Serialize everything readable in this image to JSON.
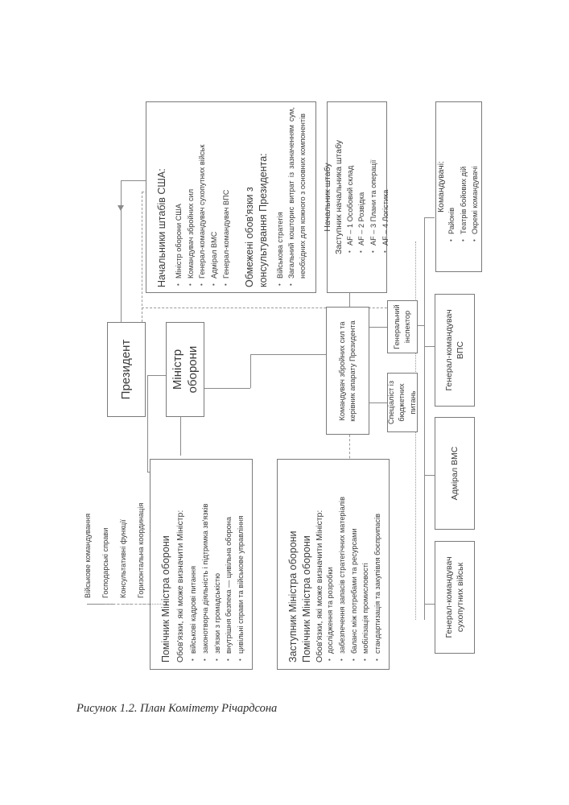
{
  "caption": "Рисунок 1.2. План Комітету Річардсона",
  "legend": {
    "items": [
      {
        "label": "Військове командування",
        "style": "solid"
      },
      {
        "label": "Господарські справи",
        "style": "dashed"
      },
      {
        "label": "Консультативні функції",
        "style": "dash-dot"
      },
      {
        "label": "Горизонтальна координація",
        "style": "dotted"
      }
    ]
  },
  "nodes": {
    "president": {
      "title": "Президент"
    },
    "minister": {
      "title": "Міністр\nоборони",
      "line1": "Міністр",
      "line2": "оборони"
    },
    "joint_chiefs": {
      "title": "Начальники штабів США:",
      "members": [
        "Міністр оборони США",
        "Командувач збройних сил",
        "Генерал-командувач сухопутних військ",
        "Адмірал ВМС",
        "Генерал-командувач ВПС"
      ],
      "subtitle": "Обмежені обов'язки з\nконсультування Президента:",
      "subtitle_line1": "Обмежені обов'язки з",
      "subtitle_line2": "консультування Президента:",
      "duties": [
        "Військова стратегія",
        "Загальний кошторис витрат із зазначенням сум, необхідних для кожного з основних компонентів"
      ]
    },
    "chief_of_staff": {
      "title_line1": "Начальник штабу",
      "title_line2": "Заступник начальника штабу",
      "directorates": [
        "AF – 1 Особовий склад",
        "AF – 2 Розвідка",
        "AF – 3 Плани та операції",
        "AF – 4 Логістика"
      ]
    },
    "commanders": {
      "title": "Командувачі:",
      "items": [
        "Районів",
        "Театрів бойових дій",
        "Окремі командувачі"
      ]
    },
    "assistant_secretary": {
      "title": "Помічник Міністра оборони",
      "subtitle": "Обов'язки, які може визначити Міністр:",
      "duties": [
        "військові кадрові питання",
        "законотворча діяльність і підтримка зв'язків",
        "зв'язки з громадськістю",
        "внутрішня безпека — цивільна оборона",
        "цивільні справи та військове управління"
      ]
    },
    "deputy_secretary": {
      "title_line1": "Заступник Міністра оборони",
      "title_line2": "Помічник Міністра оборони",
      "subtitle": "Обов'язки, які може визначити Міністр:",
      "duties": [
        "дослідження та розробки",
        "забезпечення запасів стратегічних матеріалів",
        "баланс між потребами та ресурсами",
        "мобілізація промисловості",
        "стандартизація та закупівля боєприпасів"
      ]
    },
    "armed_forces_commander": {
      "line1": "Командувач збройних сил та",
      "line2": "керівник апарату Президента"
    },
    "inspector_general": {
      "line1": "Генеральний",
      "line2": "інспектор"
    },
    "budget_specialist": {
      "line1": "Спеціаліст із",
      "line2": "бюджетних",
      "line3": "питань"
    },
    "air_force_chief": {
      "line1": "Генерал-командувач",
      "line2": "ВПС"
    },
    "navy_chief": {
      "line1": "Адмірал ВМС"
    },
    "army_chief": {
      "line1": "Генерал-командувач",
      "line2": "сухопутних військ"
    }
  },
  "colors": {
    "line": "#8a8a8a",
    "border": "#7a7a7a",
    "text": "#3a3a3a",
    "background": "#ffffff"
  }
}
